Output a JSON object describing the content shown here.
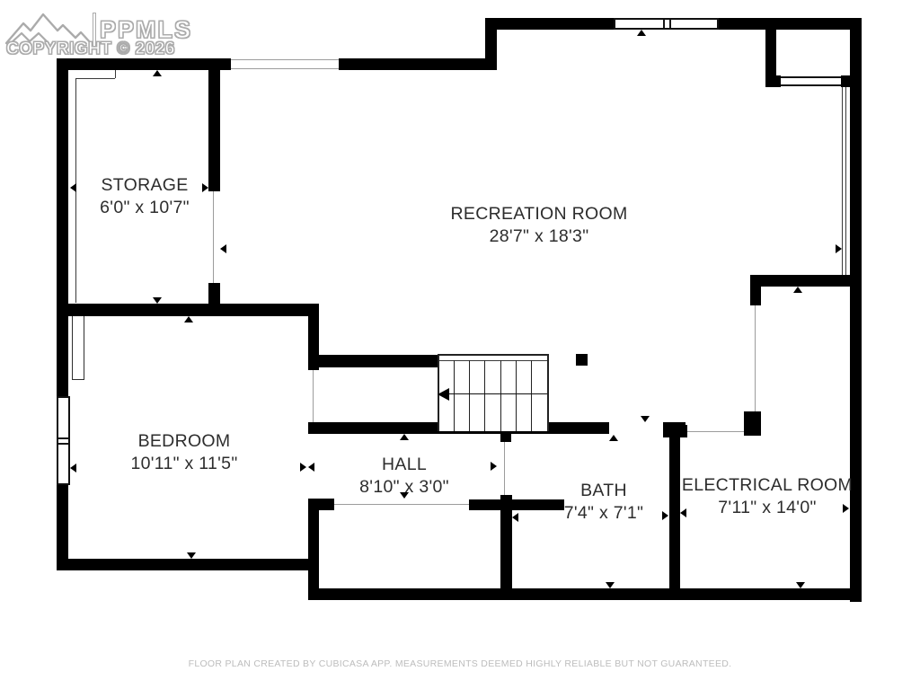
{
  "watermark": {
    "brand": "PPMLS",
    "copyright": "COPYRIGHT © 2026"
  },
  "rooms": {
    "storage": {
      "name": "STORAGE",
      "dims": "6'0\" x 10'7\""
    },
    "recreation": {
      "name": "RECREATION ROOM",
      "dims": "28'7\" x 18'3\""
    },
    "bedroom": {
      "name": "BEDROOM",
      "dims": "10'11\" x 11'5\""
    },
    "hall": {
      "name": "HALL",
      "dims": "8'10\" x 3'0\""
    },
    "bath": {
      "name": "BATH",
      "dims": "7'4\" x 7'1\""
    },
    "electrical": {
      "name": "ELECTRICAL ROOM",
      "dims": "7'11\" x 14'0\""
    }
  },
  "footer": {
    "disclaimer": "FLOOR PLAN CREATED BY CUBICASA APP. MEASUREMENTS DEEMED HIGHLY RELIABLE BUT NOT GUARANTEED."
  },
  "colors": {
    "wall": "#000000",
    "label_text": "#2d2d2d",
    "watermark_outline": "#ababab",
    "footer_text": "#bdbdbd"
  }
}
